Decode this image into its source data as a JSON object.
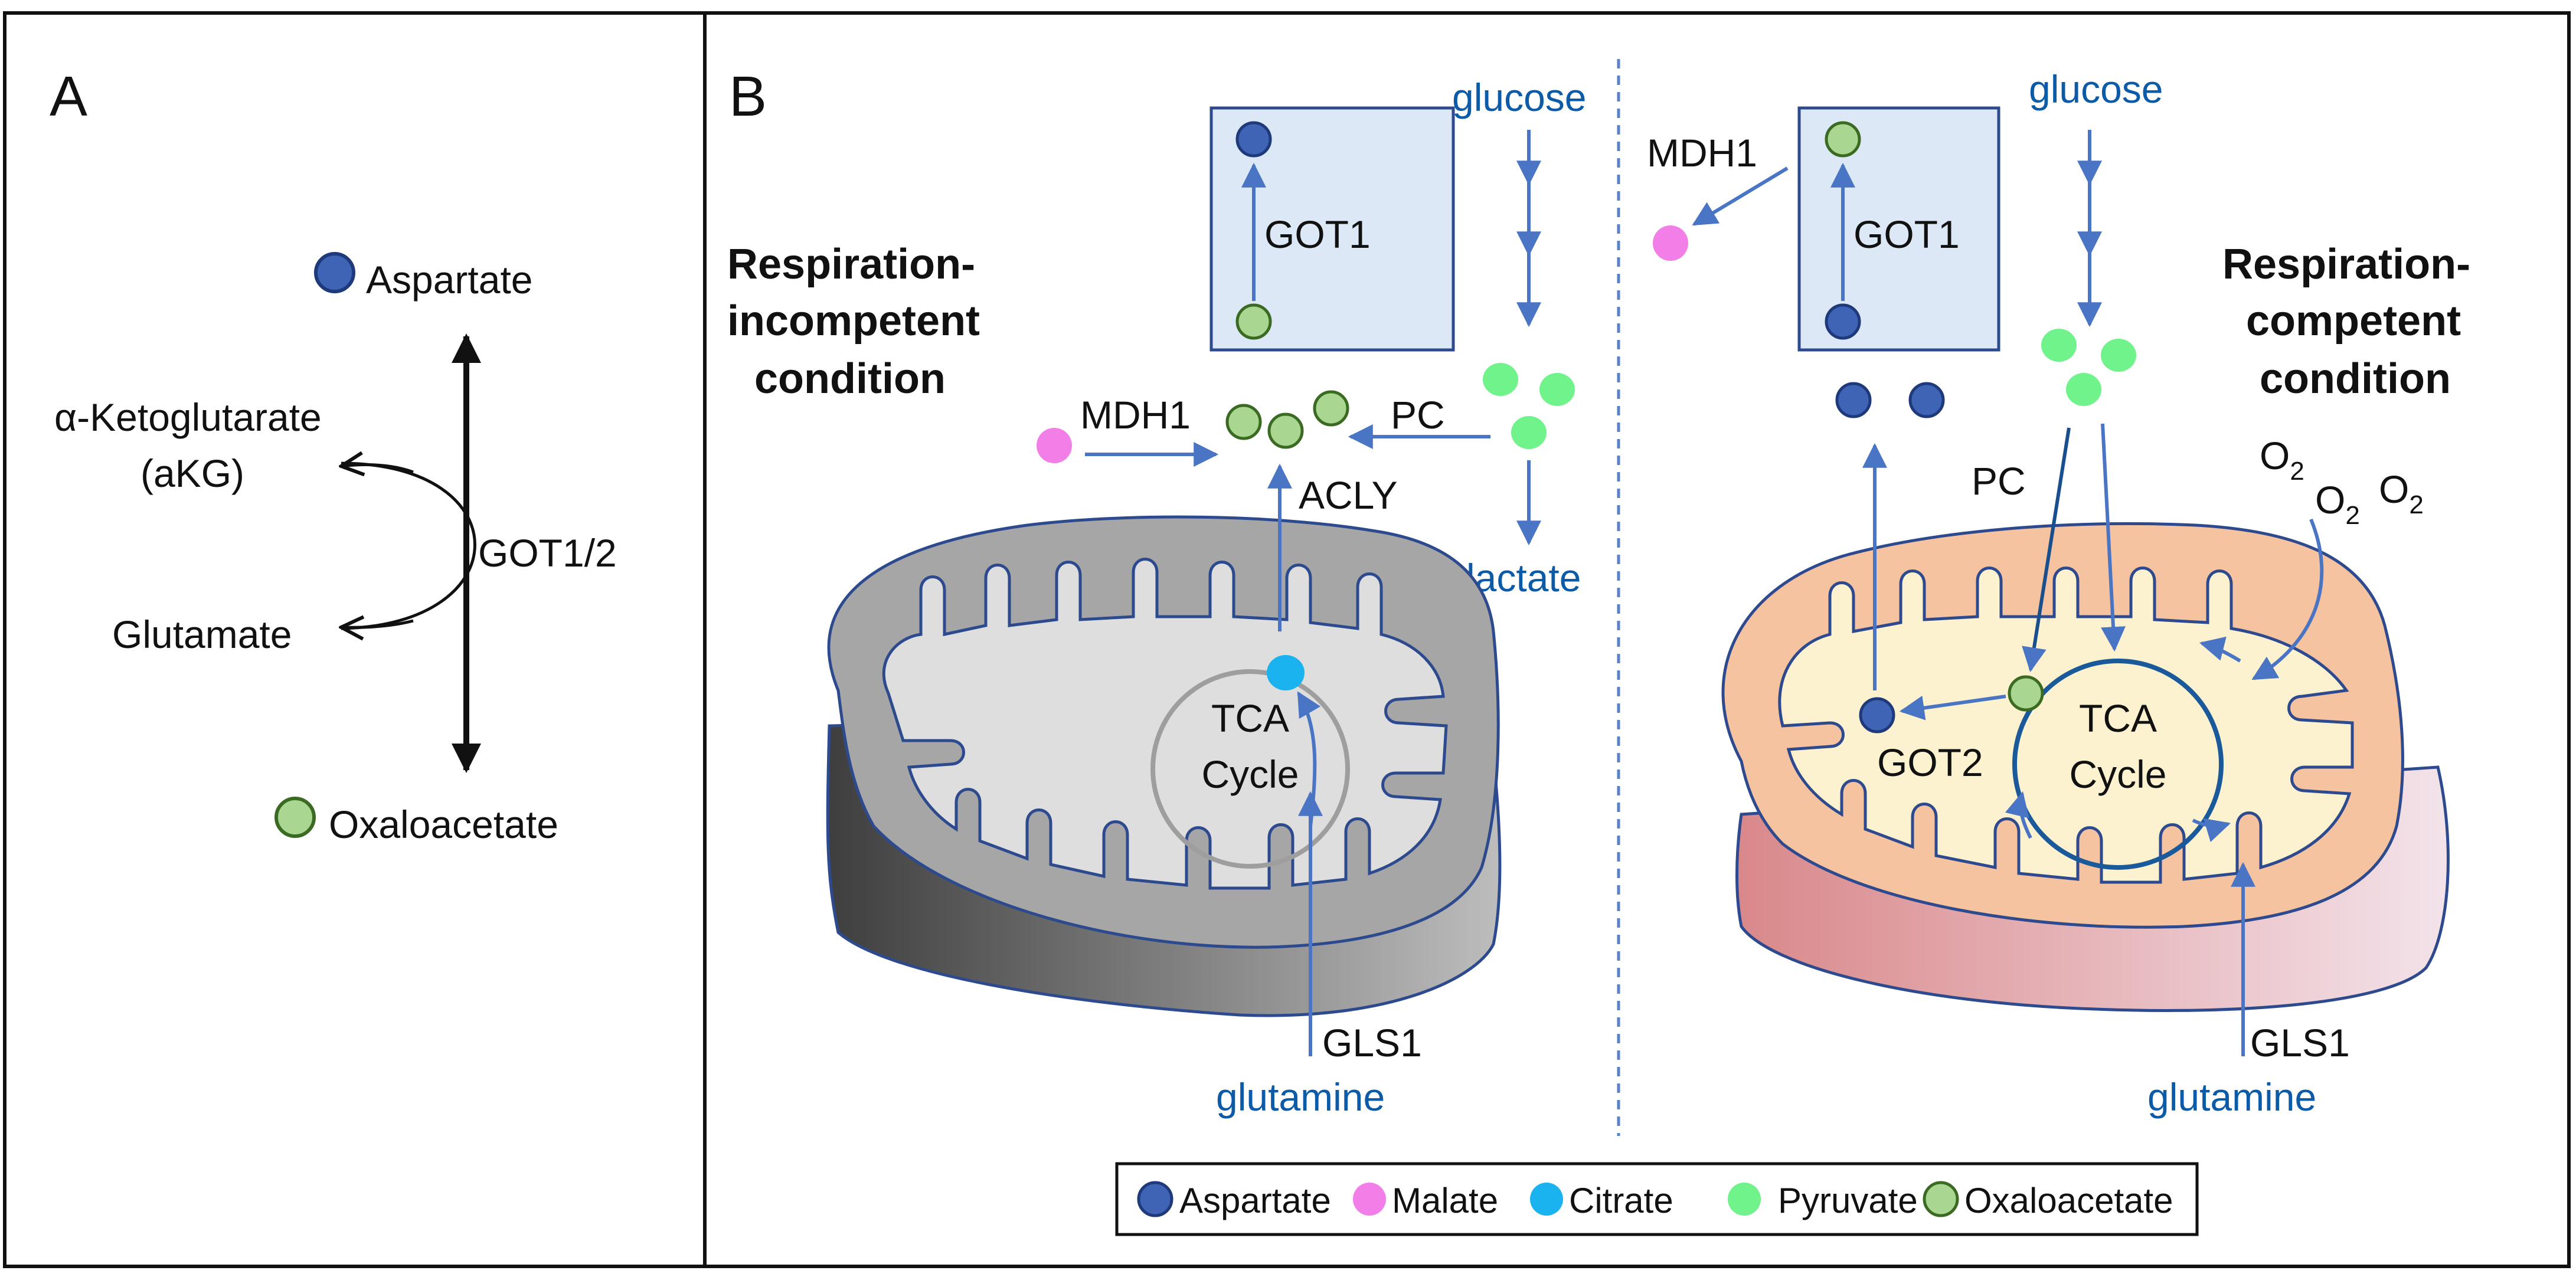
{
  "colors": {
    "aspartate": "#3f64b5",
    "malate": "#f27ee8",
    "citrate": "#1ab2ef",
    "pyruvate": "#6ff38a",
    "oxaloacetate": "#a9d690",
    "arrow": "#4a74c4",
    "membrane": "#2e4a8e",
    "metabolite_text": "#0b5ba8"
  },
  "panelA": {
    "label": "A",
    "aspartate": "Aspartate",
    "akg_line1": "α-Ketoglutarate",
    "akg_line2": "(aKG)",
    "enzyme": "GOT1/2",
    "glutamate": "Glutamate",
    "oxaloacetate": "Oxaloacetate"
  },
  "panelB": {
    "label": "B",
    "left": {
      "cond_line1": "Respiration-",
      "cond_line2": "incompetent",
      "cond_line3": "condition",
      "got1": "GOT1",
      "glucose": "glucose",
      "mdh1": "MDH1",
      "pc": "PC",
      "acly": "ACLY",
      "lactate": "lactate",
      "tca_line1": "TCA",
      "tca_line2": "Cycle",
      "gls1": "GLS1",
      "glutamine": "glutamine"
    },
    "right": {
      "cond_line1": "Respiration-",
      "cond_line2": "competent",
      "cond_line3": "condition",
      "got1": "GOT1",
      "glucose": "glucose",
      "mdh1": "MDH1",
      "pc": "PC",
      "o2": "O",
      "o2_sub": "2",
      "got2": "GOT2",
      "tca_line1": "TCA",
      "tca_line2": "Cycle",
      "gls1": "GLS1",
      "glutamine": "glutamine"
    }
  },
  "legend": {
    "aspartate": "Aspartate",
    "malate": "Malate",
    "citrate": "Citrate",
    "pyruvate": "Pyruvate",
    "oxaloacetate": "Oxaloacetate"
  }
}
